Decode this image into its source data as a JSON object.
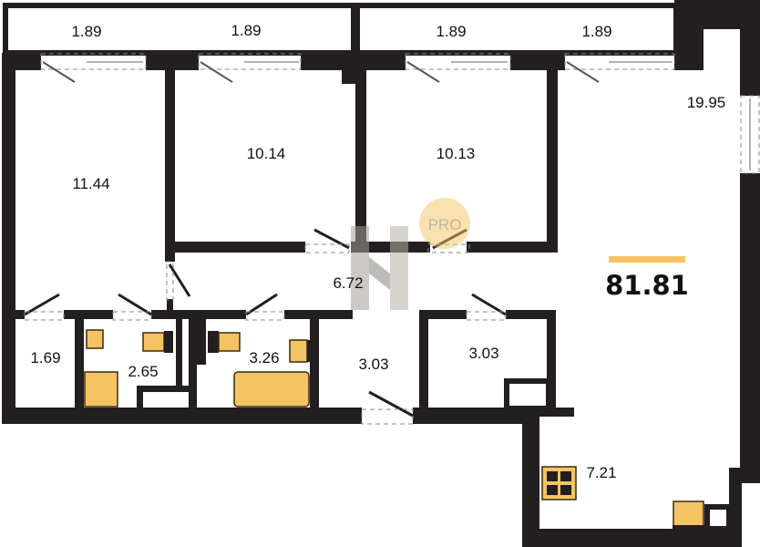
{
  "plan": {
    "total_area": "81.81",
    "accent_color": "#f5c462",
    "wall_color": "#231f20",
    "watermark_text": "PRO",
    "rooms": [
      {
        "id": "balcony-1",
        "area": "1.89"
      },
      {
        "id": "balcony-2",
        "area": "1.89"
      },
      {
        "id": "balcony-3",
        "area": "1.89"
      },
      {
        "id": "balcony-4",
        "area": "1.89"
      },
      {
        "id": "living-kitchen",
        "area": "19.95"
      },
      {
        "id": "bedroom-1",
        "area": "11.44"
      },
      {
        "id": "bedroom-2",
        "area": "10.14"
      },
      {
        "id": "bedroom-3",
        "area": "10.13"
      },
      {
        "id": "hallway",
        "area": "6.72"
      },
      {
        "id": "closet",
        "area": "1.69"
      },
      {
        "id": "bathroom-1",
        "area": "2.65"
      },
      {
        "id": "bathroom-2",
        "area": "3.26"
      },
      {
        "id": "entrance",
        "area": "3.03"
      },
      {
        "id": "storage",
        "area": "3.03"
      },
      {
        "id": "kitchen",
        "area": "7.21"
      }
    ]
  }
}
